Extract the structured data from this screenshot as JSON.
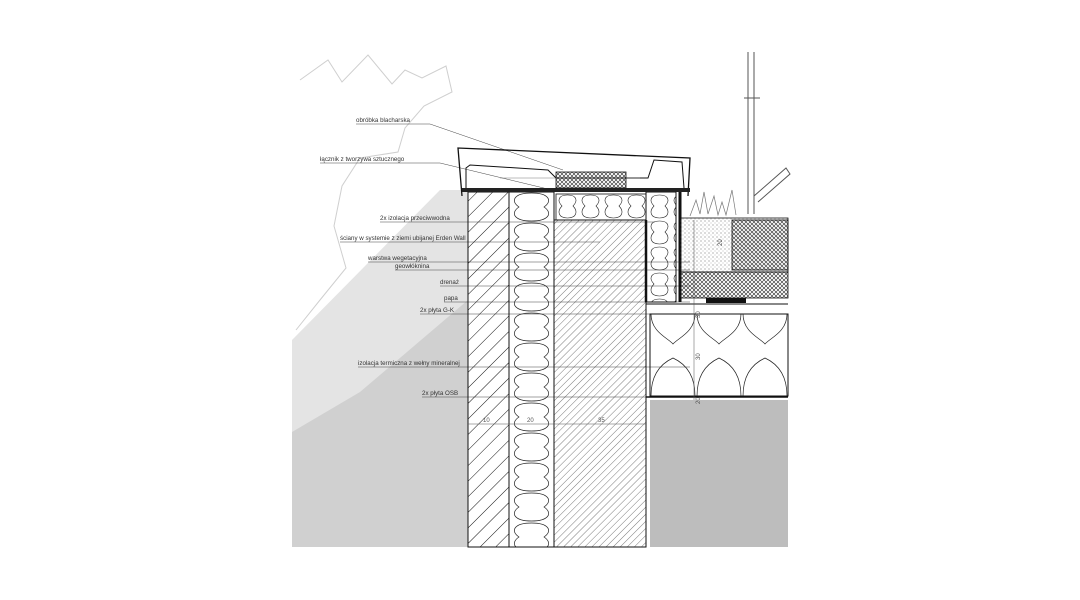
{
  "labels": [
    "obróbka blacharska",
    "łącznik z tworzywa sztucznego",
    "2x izolacja przeciwwodna",
    "ściany w systemie z ziemi ubijanej Erden Wall",
    "warstwa wegetacyjna",
    "geowłóknina",
    "drenaż",
    "papa",
    "2x płyta G-K",
    "izolacja termiczna z wełny mineralnej",
    "2x płyta OSB"
  ],
  "dimensions": {
    "wall_layer_1": "10",
    "wall_layer_2": "20",
    "wall_layer_3": "35",
    "roof_vertical_top": "20",
    "roof_vertical_mid": "30",
    "roof_vertical_lower": "30",
    "roof_vertical_bottom": "20"
  },
  "colors": {
    "line": "#111111",
    "leader": "#444444",
    "terrain_light": "#e4e4e4",
    "terrain_mid": "#d0d0d0",
    "interior_fill": "#bdbdbd",
    "flashing_strip": "#222222"
  }
}
